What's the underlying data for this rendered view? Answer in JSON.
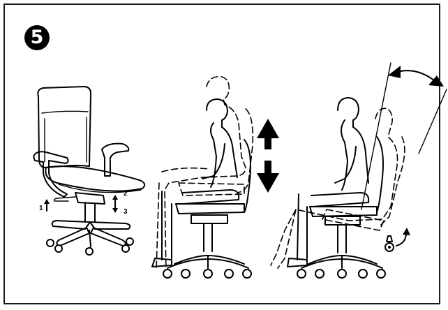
{
  "step": {
    "number": "5"
  },
  "chair_labels": {
    "lever_1": "1",
    "lever_2": "2",
    "lever_3": "3"
  }
}
